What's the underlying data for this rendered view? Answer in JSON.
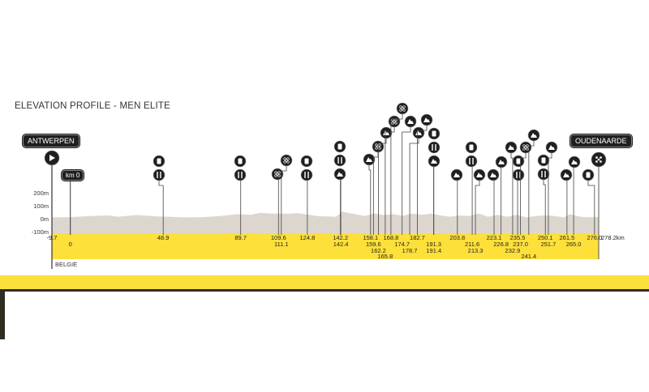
{
  "title": "ELEVATION PROFILE - MEN ELITE",
  "start_label": "ANTWERPEN",
  "finish_label": "OUDENAARDE",
  "km0_label": "km 0",
  "country_label": "BELGIË",
  "colors": {
    "band": "#fde03a",
    "profile": "#ddd6cf",
    "icon": "#1f1f1f",
    "dark": "#2f2c22"
  },
  "chart_data": {
    "type": "area",
    "title": "ELEVATION PROFILE - MEN ELITE",
    "xlabel": "km",
    "ylabel": "m",
    "xlim": [
      -9.7,
      278.2
    ],
    "ylim": [
      -100,
      200
    ],
    "y_ticks": [
      "200m",
      "100m",
      "0m",
      "-100m"
    ],
    "y_tick_values": [
      200,
      100,
      0,
      -100
    ],
    "end_label": "278.2km",
    "profile": [
      [
        -9.7,
        10
      ],
      [
        0,
        12
      ],
      [
        10,
        20
      ],
      [
        20,
        25
      ],
      [
        25,
        15
      ],
      [
        35,
        28
      ],
      [
        45,
        18
      ],
      [
        60,
        10
      ],
      [
        70,
        12
      ],
      [
        80,
        22
      ],
      [
        88,
        35
      ],
      [
        95,
        30
      ],
      [
        100,
        45
      ],
      [
        105,
        40
      ],
      [
        115,
        38
      ],
      [
        120,
        42
      ],
      [
        130,
        20
      ],
      [
        140,
        15
      ],
      [
        143,
        55
      ],
      [
        146,
        45
      ],
      [
        150,
        35
      ],
      [
        155,
        20
      ],
      [
        160,
        40
      ],
      [
        165,
        28
      ],
      [
        170,
        35
      ],
      [
        175,
        22
      ],
      [
        180,
        40
      ],
      [
        185,
        30
      ],
      [
        190,
        38
      ],
      [
        195,
        25
      ],
      [
        200,
        15
      ],
      [
        205,
        25
      ],
      [
        210,
        20
      ],
      [
        215,
        40
      ],
      [
        220,
        15
      ],
      [
        225,
        30
      ],
      [
        230,
        15
      ],
      [
        235,
        30
      ],
      [
        240,
        10
      ],
      [
        245,
        20
      ],
      [
        250,
        25
      ],
      [
        255,
        20
      ],
      [
        260,
        10
      ],
      [
        263,
        35
      ],
      [
        267,
        20
      ],
      [
        270,
        12
      ],
      [
        278.2,
        12
      ]
    ],
    "markers": [
      {
        "km_labels": [
          "-9.7"
        ],
        "rows": [
          0
        ],
        "kms": [
          -9.7
        ]
      },
      {
        "km_labels": [
          "0"
        ],
        "rows": [
          1
        ],
        "kms": [
          0
        ]
      },
      {
        "km_labels": [
          "48.9"
        ],
        "rows": [
          0
        ],
        "kms": [
          48.9
        ],
        "icons": [
          "feed-zone",
          "food"
        ],
        "ix": 196,
        "iy": 199
      },
      {
        "km_labels": [
          "89.7"
        ],
        "rows": [
          0
        ],
        "kms": [
          89.7
        ],
        "icons": [
          "feed-zone",
          "food"
        ],
        "ix": 296,
        "iy": 199
      },
      {
        "km_labels": [
          "109.6"
        ],
        "rows": [
          0
        ],
        "kms": [
          109.6
        ],
        "icons": [
          "cobbles"
        ],
        "ix": 342,
        "iy": 215
      },
      {
        "km_labels": [
          "111.1"
        ],
        "rows": [
          1
        ],
        "kms": [
          111.1
        ],
        "icons": [
          "cobbles"
        ],
        "ix": 353,
        "iy": 198
      },
      {
        "km_labels": [
          "124.8"
        ],
        "rows": [
          0
        ],
        "kms": [
          124.8
        ],
        "icons": [
          "feed-zone",
          "food"
        ],
        "ix": 378,
        "iy": 199
      },
      {
        "km_labels": [
          "142.2",
          "142.4"
        ],
        "rows": [
          0,
          1
        ],
        "kms": [
          142.2,
          142.4
        ],
        "icons": [
          "feed-zone",
          "food",
          "climb"
        ],
        "ix": 419,
        "iy": 181
      },
      {
        "km_labels": [
          "158.1"
        ],
        "rows": [
          0
        ],
        "kms": [
          158.1
        ],
        "icons": [
          "climb"
        ],
        "ix": 455,
        "iy": 197
      },
      {
        "km_labels": [
          "159.6"
        ],
        "rows": [
          1
        ],
        "kms": [
          159.6
        ],
        "icons": [
          "cobbles"
        ],
        "ix": 466,
        "iy": 181
      },
      {
        "km_labels": [
          "162.2"
        ],
        "rows": [
          2
        ],
        "kms": [
          162.2
        ],
        "icons": [
          "climb"
        ],
        "ix": 476,
        "iy": 164
      },
      {
        "km_labels": [
          "165.8"
        ],
        "rows": [
          3
        ],
        "kms": [
          165.8
        ],
        "icons": [
          "cobbles"
        ],
        "ix": 486,
        "iy": 150
      },
      {
        "km_labels": [
          "168.8"
        ],
        "rows": [
          0
        ],
        "kms": [
          168.8
        ],
        "icons": [
          "cobbles"
        ],
        "ix": 496,
        "iy": 134
      },
      {
        "km_labels": [
          "174.7"
        ],
        "rows": [
          1
        ],
        "kms": [
          174.7
        ],
        "icons": [
          "climb"
        ],
        "ix": 506,
        "iy": 150
      },
      {
        "km_labels": [
          "178.7"
        ],
        "rows": [
          2
        ],
        "kms": [
          178.7
        ],
        "icons": [
          "climb"
        ],
        "ix": 516,
        "iy": 164
      },
      {
        "km_labels": [
          "182.7"
        ],
        "rows": [
          0
        ],
        "kms": [
          182.7
        ],
        "icons": [
          "climb"
        ],
        "ix": 526,
        "iy": 148
      },
      {
        "km_labels": [
          "191.3",
          "191.4"
        ],
        "rows": [
          1,
          2
        ],
        "kms": [
          191.3,
          191.4
        ],
        "icons": [
          "feed-zone",
          "food",
          "climb"
        ],
        "ix": 535,
        "iy": 165
      },
      {
        "km_labels": [
          "203.8"
        ],
        "rows": [
          0
        ],
        "kms": [
          203.8
        ],
        "icons": [
          "climb"
        ],
        "ix": 563,
        "iy": 216
      },
      {
        "km_labels": [
          "211.6"
        ],
        "rows": [
          1
        ],
        "kms": [
          211.6
        ],
        "icons": [
          "feed-zone",
          "food"
        ],
        "ix": 581,
        "iy": 182
      },
      {
        "km_labels": [
          "213.3"
        ],
        "rows": [
          2
        ],
        "kms": [
          213.3
        ],
        "icons": [
          "climb"
        ],
        "ix": 591,
        "iy": 216
      },
      {
        "km_labels": [
          "223.1"
        ],
        "rows": [
          0
        ],
        "kms": [
          223.1
        ],
        "icons": [
          "climb"
        ],
        "ix": 608,
        "iy": 216
      },
      {
        "km_labels": [
          "226.8"
        ],
        "rows": [
          1
        ],
        "kms": [
          226.8
        ],
        "icons": [
          "climb"
        ],
        "ix": 618,
        "iy": 200
      },
      {
        "km_labels": [
          "232.9"
        ],
        "rows": [
          2
        ],
        "kms": [
          232.9
        ],
        "icons": [
          "climb"
        ],
        "ix": 630,
        "iy": 182
      },
      {
        "km_labels": [
          "235.5"
        ],
        "rows": [
          0
        ],
        "kms": [
          235.5
        ],
        "icons": [
          "feed-zone",
          "food"
        ],
        "ix": 639,
        "iy": 199
      },
      {
        "km_labels": [
          "237.0"
        ],
        "rows": [
          1
        ],
        "kms": [
          237.0
        ],
        "icons": [
          "cobbles"
        ],
        "ix": 648,
        "iy": 182
      },
      {
        "km_labels": [
          "241.4"
        ],
        "rows": [
          3
        ],
        "kms": [
          241.4
        ],
        "icons": [
          "climb"
        ],
        "ix": 658,
        "iy": 167
      },
      {
        "km_labels": [
          "250.1"
        ],
        "rows": [
          0
        ],
        "kms": [
          250.1
        ],
        "icons": [
          "feed-zone",
          "food"
        ],
        "ix": 670,
        "iy": 198
      },
      {
        "km_labels": [
          "251.7"
        ],
        "rows": [
          1
        ],
        "kms": [
          251.7
        ],
        "icons": [
          "climb"
        ],
        "ix": 680,
        "iy": 182
      },
      {
        "km_labels": [
          "261.5"
        ],
        "rows": [
          0
        ],
        "kms": [
          261.5
        ],
        "icons": [
          "climb"
        ],
        "ix": 698,
        "iy": 216
      },
      {
        "km_labels": [
          "265.0"
        ],
        "rows": [
          1
        ],
        "kms": [
          265.0
        ],
        "icons": [
          "climb"
        ],
        "ix": 708,
        "iy": 200
      },
      {
        "km_labels": [
          "276.0"
        ],
        "rows": [
          0
        ],
        "kms": [
          276.0
        ],
        "icons": [
          "feed-zone"
        ],
        "ix": 725,
        "iy": 216
      }
    ]
  }
}
